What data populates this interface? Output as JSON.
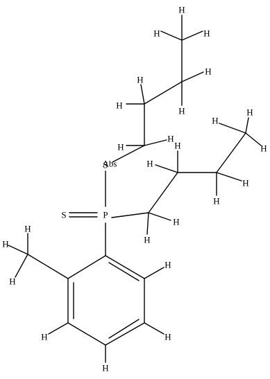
{
  "structure": {
    "atom_labels": {
      "sulfur_thione": "S",
      "phosphorus": "P",
      "sulfur_thio": "S",
      "stereo_flag": "Abs",
      "hydrogen": "H"
    },
    "colors": {
      "bond": "#000000",
      "label": "#000000",
      "background": "#ffffff"
    }
  }
}
